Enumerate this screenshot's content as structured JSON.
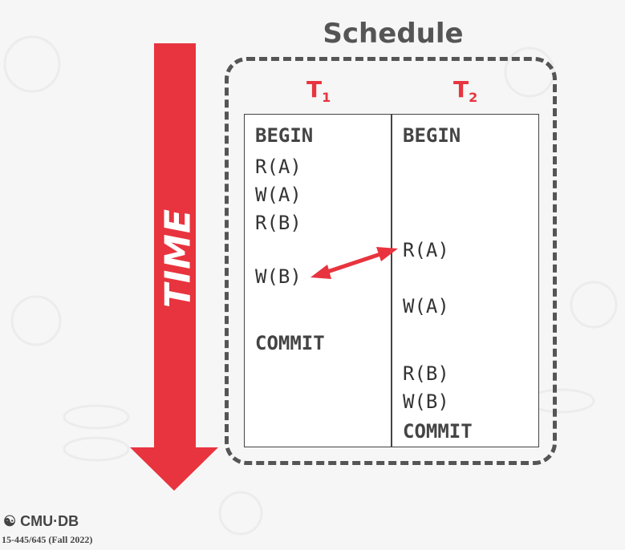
{
  "title": "Schedule",
  "time_label": "TIME",
  "transactions": [
    {
      "name": "T",
      "sub": "1"
    },
    {
      "name": "T",
      "sub": "2"
    }
  ],
  "ops": {
    "t1": [
      "BEGIN",
      "R(A)",
      "W(A)",
      "R(B)",
      "W(B)",
      "COMMIT"
    ],
    "t2": [
      "BEGIN",
      "R(A)",
      "W(A)",
      "R(B)",
      "W(B)",
      "COMMIT"
    ]
  },
  "footer": {
    "logo": "CMU·DB",
    "course": "15-445/645 (Fall 2022)"
  },
  "colors": {
    "accent": "#e8343e",
    "dark": "#555555"
  }
}
